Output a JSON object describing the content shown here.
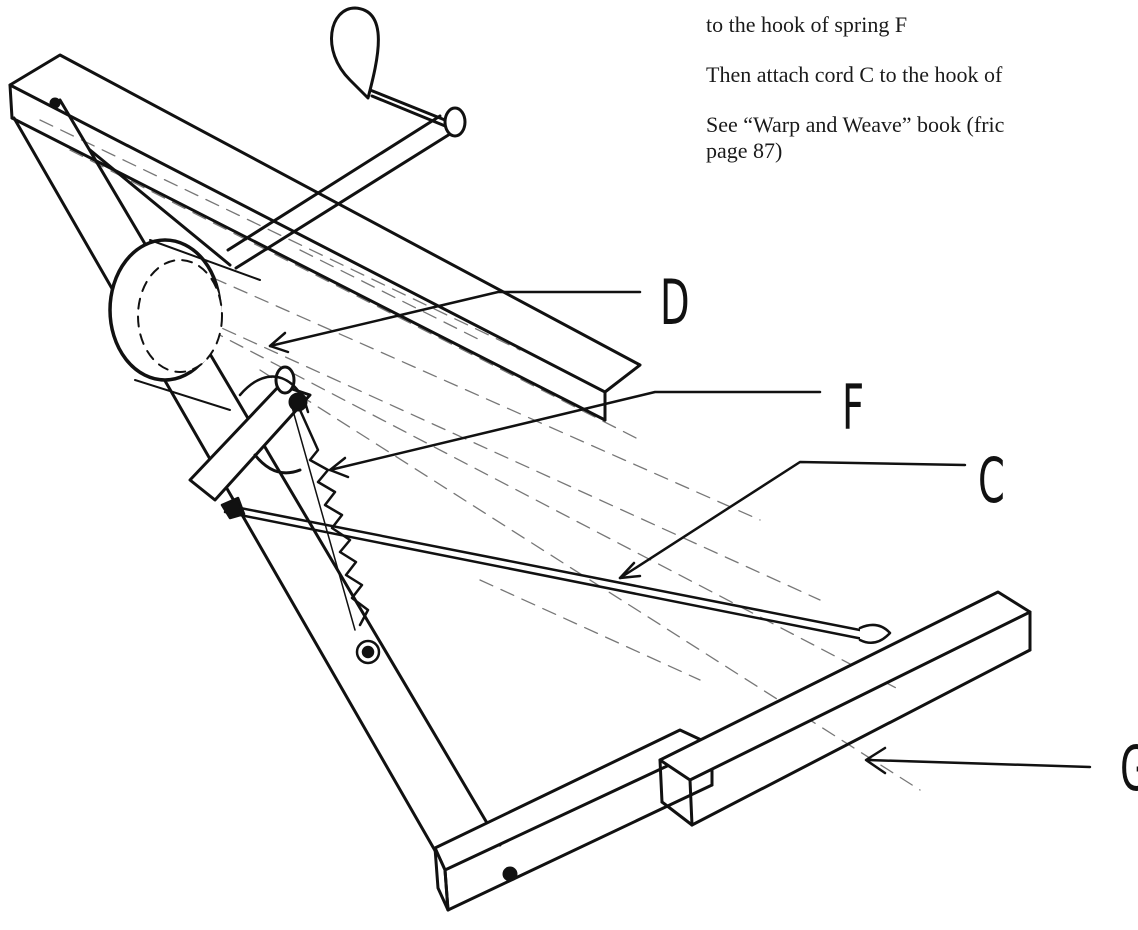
{
  "caption": {
    "line1": "to the hook of spring F",
    "line2": "Then attach cord C to the hook of",
    "line3": "See “Warp and Weave” book (fric",
    "line4": "page 87)"
  },
  "labels": {
    "d": "D",
    "f": "F",
    "c": "C",
    "g": "G"
  }
}
